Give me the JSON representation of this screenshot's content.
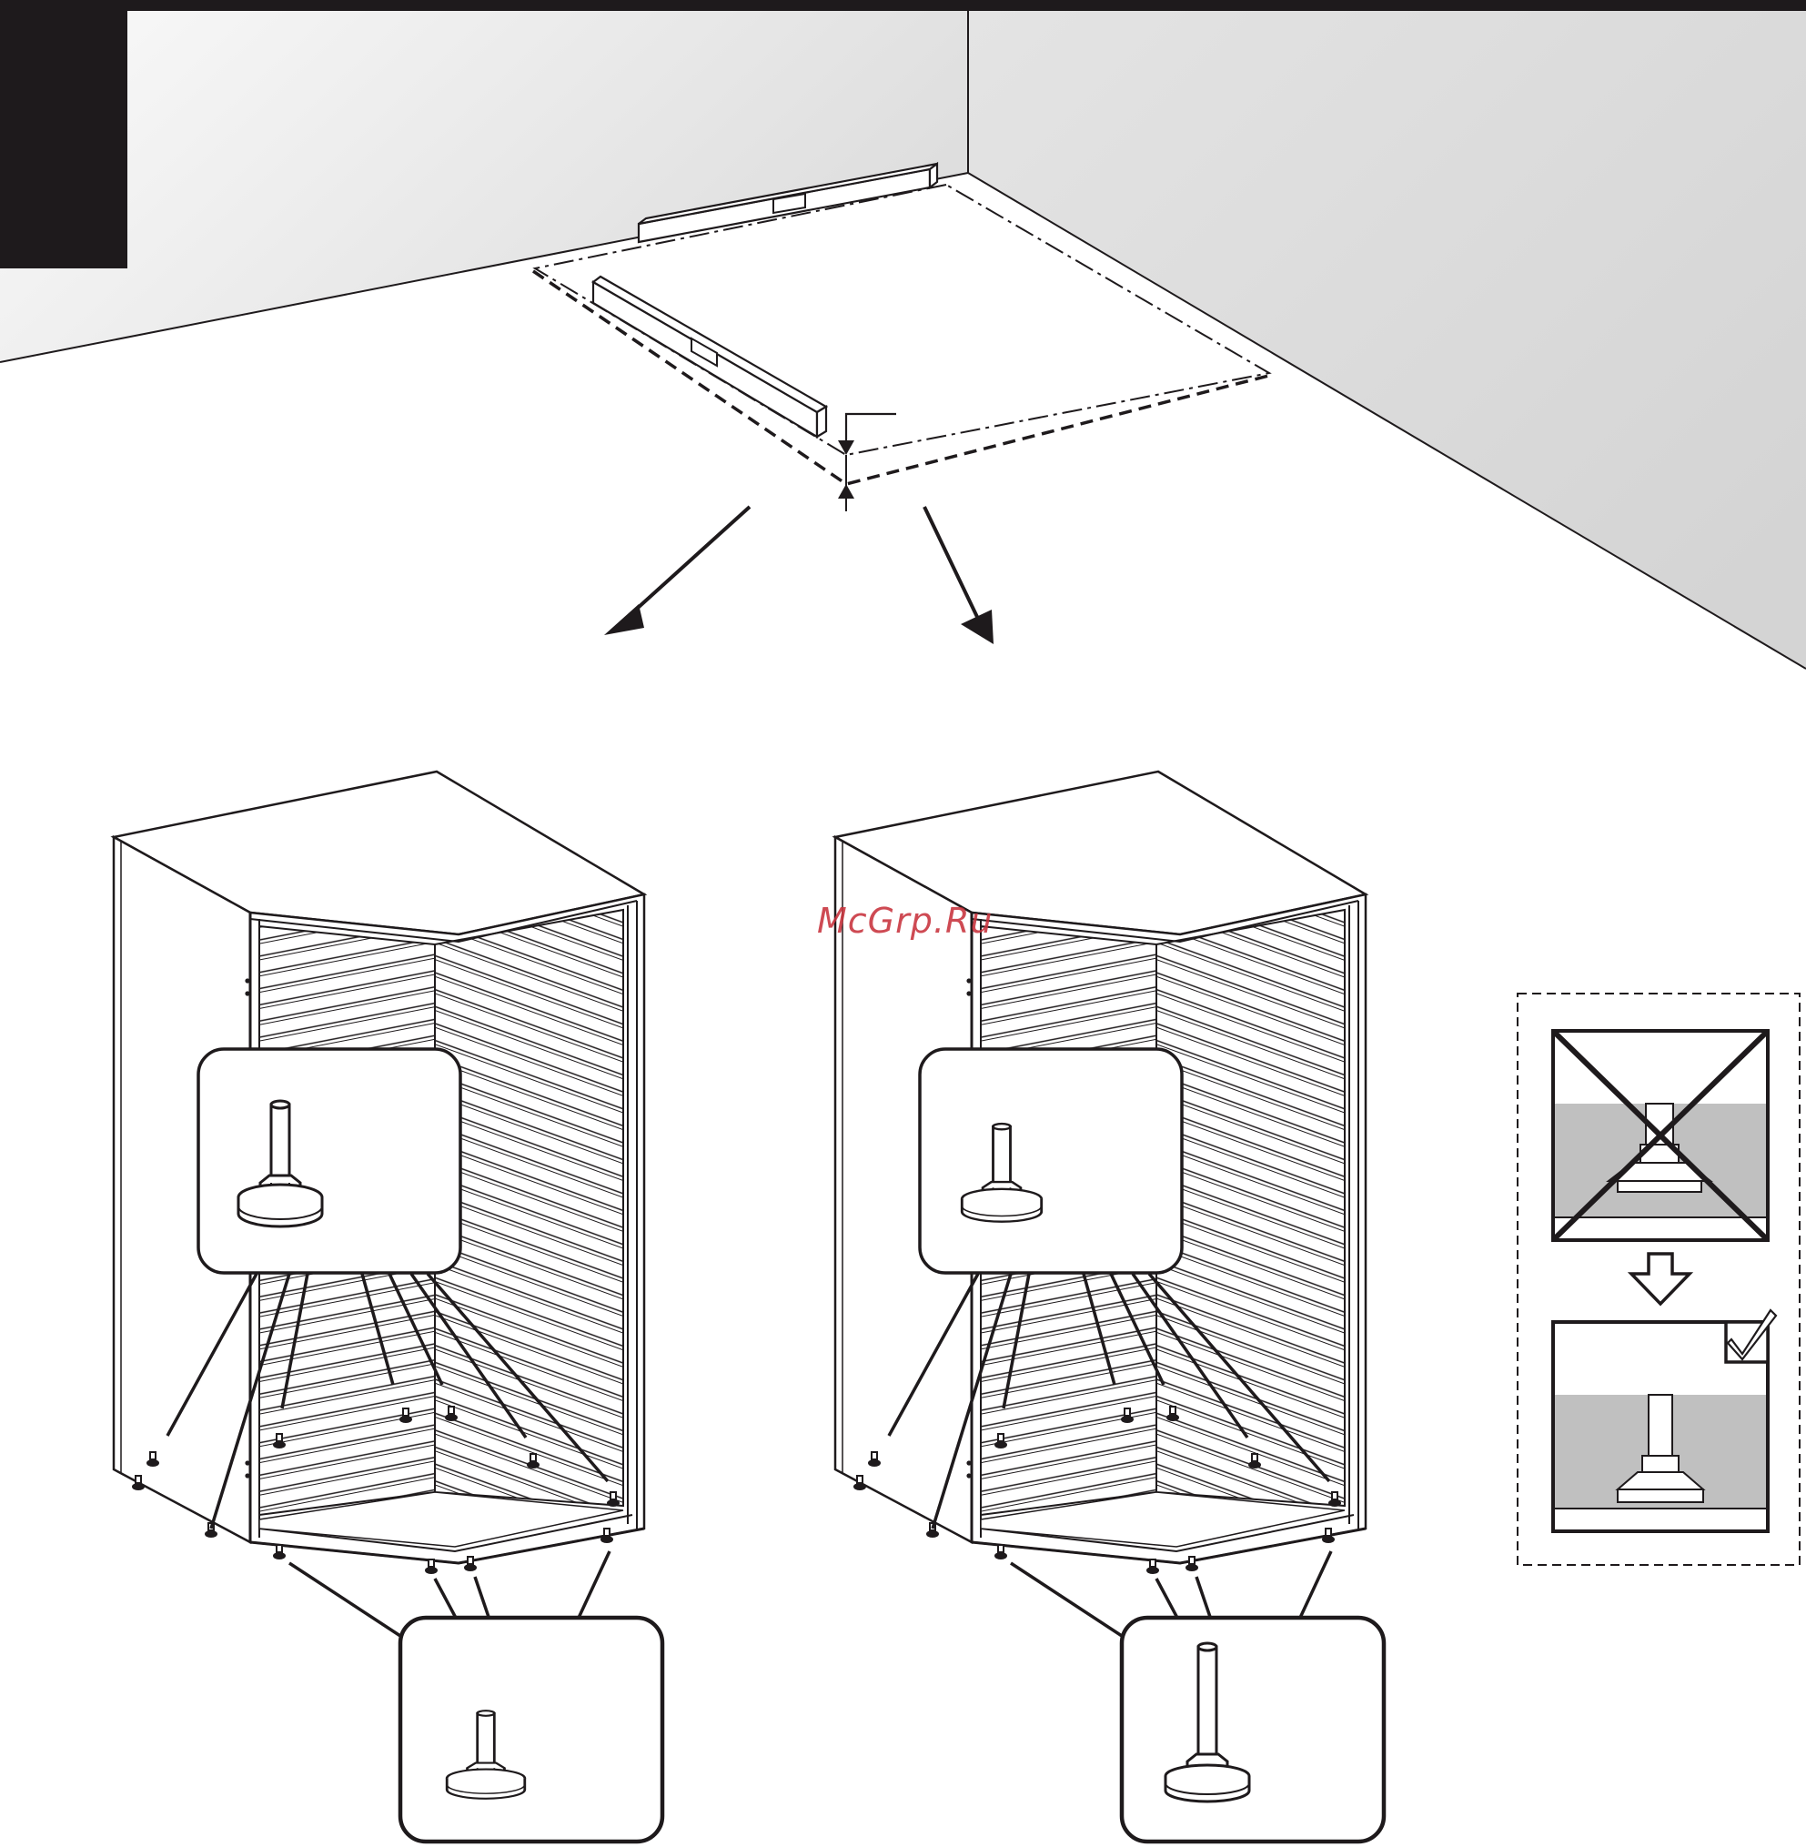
{
  "watermark": {
    "text": "McGrp.Ru"
  },
  "page": {
    "step_tab": "black-step-marker"
  },
  "scene": {
    "room_corner": {
      "walls": [
        "left-wall",
        "right-wall"
      ],
      "floor": "floor"
    },
    "spirit_levels": 2,
    "floor_outline": {
      "style": "dash-dot",
      "offset_style": "dashed"
    }
  },
  "cabinets": [
    {
      "id": "cabinet-left",
      "feet_count": 10,
      "callout_top": "short-adjustable-foot",
      "callout_bottom": "short-adjustable-foot"
    },
    {
      "id": "cabinet-right",
      "feet_count": 10,
      "callout_top": "short-adjustable-foot",
      "callout_bottom": "long-adjustable-foot"
    }
  ],
  "guide_panel": {
    "wrong_state": "crossed-out",
    "correct_state": "checked",
    "arrow": "down-arrow"
  },
  "colors": {
    "ink": "#1e1a1c",
    "wall_shade": "#dcdcdc",
    "panel_gray": "#c0c0c0",
    "watermark": "#c8323c"
  }
}
